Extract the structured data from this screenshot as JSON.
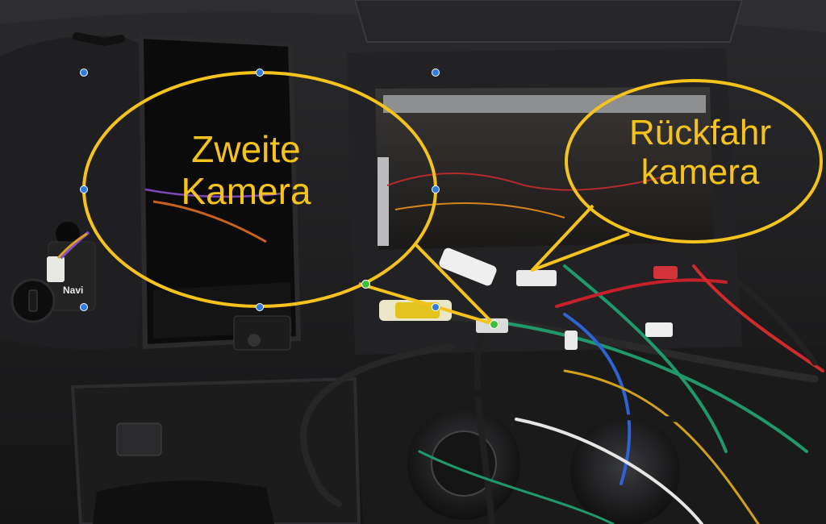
{
  "image": {
    "description_tag": "dashboard-radio-bay-wiring-photo"
  },
  "callouts": [
    {
      "id": "zweite",
      "text": "Zweite\nKamera",
      "color": "#f5c31b"
    },
    {
      "id": "rueckfahr",
      "text": "Rückfahr\nkamera",
      "color": "#f5c31b"
    }
  ],
  "panel": {
    "switch_label": "Navi"
  },
  "colors": {
    "callout_stroke": "#f5c31b",
    "selection_handle": "#2f7be0",
    "anchor_point": "#3cc13b",
    "dashboard": "#1c1c1e"
  }
}
